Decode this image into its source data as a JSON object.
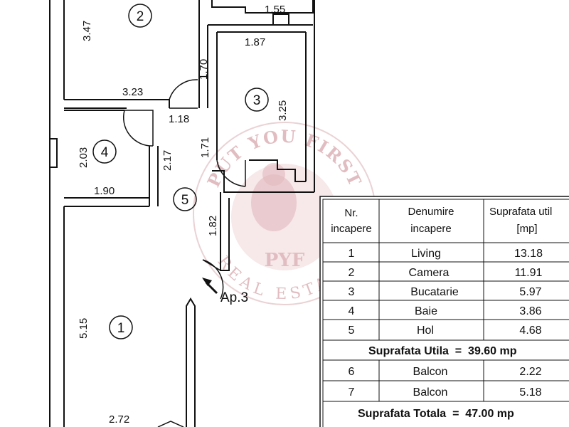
{
  "plan": {
    "apartment_label": "Ap.3",
    "rooms": [
      {
        "number": "1"
      },
      {
        "number": "2"
      },
      {
        "number": "3"
      },
      {
        "number": "4"
      },
      {
        "number": "5"
      }
    ],
    "dimensions": {
      "d155": "1.55",
      "d347": "3.47",
      "d187": "1.87",
      "d170": "1.70",
      "d323": "3.23",
      "d118": "1.18",
      "d325": "3.25",
      "d203": "2.03",
      "d217": "2.17",
      "d171": "1.71",
      "d190": "1.90",
      "d182": "1.82",
      "d515": "5.15",
      "d272": "2.72"
    }
  },
  "watermark": {
    "top_text": "PUT YOU FIRST",
    "bottom_text": "REAL ESTATE",
    "logo_text": "PYF"
  },
  "table": {
    "headers": {
      "col1_line1": "Nr.",
      "col1_line2": "incapere",
      "col2_line1": "Denumire",
      "col2_line2": "incapere",
      "col3_line1": "Suprafata util",
      "col3_line2": "[mp]"
    },
    "rows": [
      {
        "nr": "1",
        "name": "Living",
        "area": "13.18"
      },
      {
        "nr": "2",
        "name": "Camera",
        "area": "11.91"
      },
      {
        "nr": "3",
        "name": "Bucatarie",
        "area": "5.97"
      },
      {
        "nr": "4",
        "name": "Baie",
        "area": "3.86"
      },
      {
        "nr": "5",
        "name": "Hol",
        "area": "4.68"
      }
    ],
    "subtotal": "Suprafata Utila  =  39.60 mp",
    "balcony_rows": [
      {
        "nr": "6",
        "name": "Balcon",
        "area": "2.22"
      },
      {
        "nr": "7",
        "name": "Balcon",
        "area": "5.18"
      }
    ],
    "total": "Suprafata Totala  =  47.00 mp"
  },
  "colors": {
    "line": "#111111",
    "watermark": "#d7a8ad"
  }
}
